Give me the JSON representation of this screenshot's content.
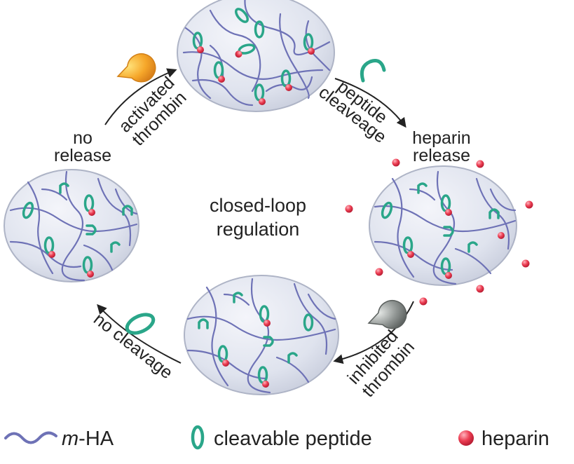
{
  "colors": {
    "sphere_fill": "#dfe3ee",
    "sphere_edge": "#aeb4c6",
    "polymer": "#6e72b6",
    "peptide": "#2aa689",
    "heparin": "#e8384f",
    "active_thrombin": "#f5a623",
    "inhibited_thrombin": "#8a8f8d",
    "arrow": "#222222"
  },
  "diagram": {
    "center": {
      "line1": "closed-loop",
      "line2": "regulation"
    },
    "labels": {
      "no_release_1": "no",
      "no_release_2": "release",
      "activated_1": "activated",
      "activated_2": "thrombin",
      "peptide_1": "peptide",
      "peptide_2": "cleaveage",
      "heparin_release_1": "heparin",
      "heparin_release_2": "release",
      "inhibited_1": "inhibited",
      "inhibited_2": "thrombin",
      "no_cleavage": "no cleavage"
    },
    "icons": {
      "active_thrombin": "pacman-icon",
      "inhibited_thrombin": "pacman-icon",
      "cleaved_peptide": "horseshoe-icon",
      "intact_peptide": "ring-icon"
    }
  },
  "legend": {
    "polymer_prefix": "m",
    "polymer_suffix": "-HA",
    "peptide": "cleavable peptide",
    "heparin": "heparin"
  }
}
